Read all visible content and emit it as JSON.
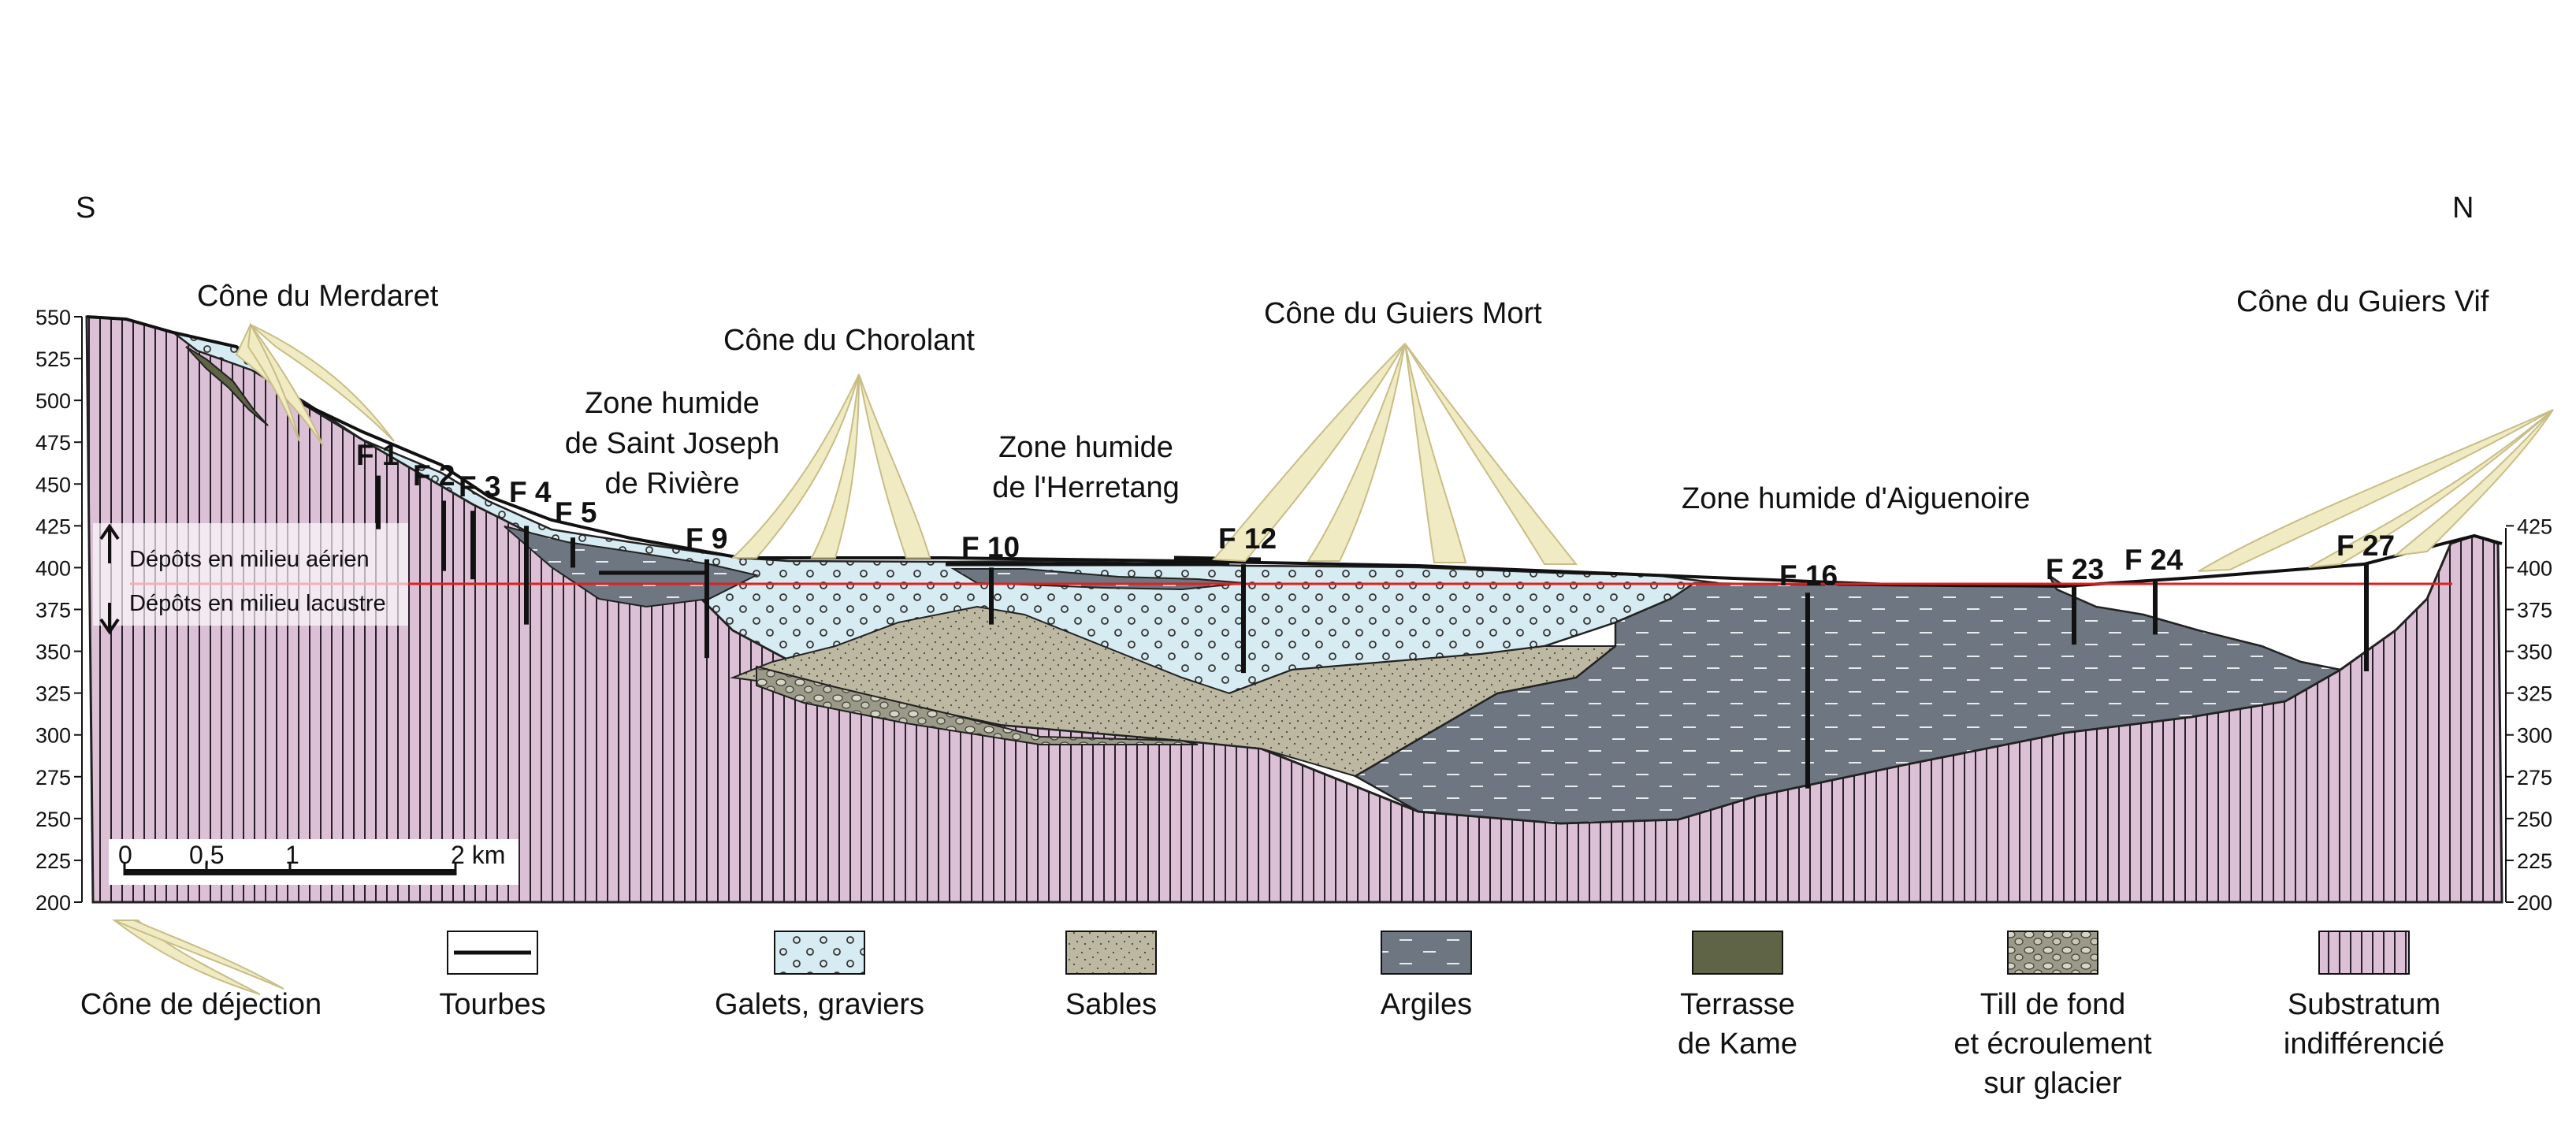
{
  "orientation": {
    "south": "S",
    "north": "N"
  },
  "y_axis_ticks": [
    "550",
    "525",
    "500",
    "475",
    "450",
    "425",
    "400",
    "375",
    "350",
    "325",
    "300",
    "275",
    "250",
    "225",
    "200"
  ],
  "right_axis_ticks": [
    "425",
    "400",
    "375",
    "350",
    "325",
    "300",
    "275",
    "250",
    "225",
    "200"
  ],
  "cones": [
    {
      "label": "Cône du Merdaret"
    },
    {
      "label": "Cône du Chorolant"
    },
    {
      "label": "Cône du Guiers Mort"
    },
    {
      "label": "Cône du Guiers Vif"
    }
  ],
  "zones": {
    "saint_joseph": [
      "Zone humide",
      "de Saint Joseph",
      "de Rivière"
    ],
    "herretang": [
      "Zone humide",
      "de l'Herretang"
    ],
    "aiguenoire": [
      "Zone humide d'Aiguenoire"
    ]
  },
  "boreholes": [
    "F 1",
    "F 2",
    "F 3",
    "F 4",
    "F 5",
    "F 9",
    "F 10",
    "F 12",
    "F 16",
    "F 23",
    "F 24",
    "F 27"
  ],
  "lake_level_note": {
    "above": "Dépôts en milieu aérien",
    "below": "Dépôts en milieu lacustre"
  },
  "scale_bar": {
    "labels": [
      "0",
      "0,5",
      "1",
      "2 km"
    ]
  },
  "legend": [
    {
      "lines": [
        "Cône de déjection"
      ],
      "icon": "fan-icon"
    },
    {
      "lines": [
        "Tourbes"
      ],
      "icon": "peat-icon"
    },
    {
      "lines": [
        "Galets, graviers"
      ],
      "icon": "gravel-icon"
    },
    {
      "lines": [
        "Sables"
      ],
      "icon": "sand-icon"
    },
    {
      "lines": [
        "Argiles"
      ],
      "icon": "clay-icon"
    },
    {
      "lines": [
        "Terrasse",
        "de Kame"
      ],
      "icon": "kame-icon"
    },
    {
      "lines": [
        "Till de fond",
        "et écroulement",
        "sur glacier"
      ],
      "icon": "till-icon"
    },
    {
      "lines": [
        "Substratum",
        "indifférencié"
      ],
      "icon": "substratum-icon"
    }
  ],
  "colors": {
    "substratum": "#dcc0d6",
    "gravel": "#d7ecf2",
    "sand": "#bdb8a2",
    "clay": "#6e7681",
    "kame": "#5f6446",
    "till": "#9b9a88",
    "fan": "#f1ebc3",
    "lake_line": "#e02020"
  }
}
